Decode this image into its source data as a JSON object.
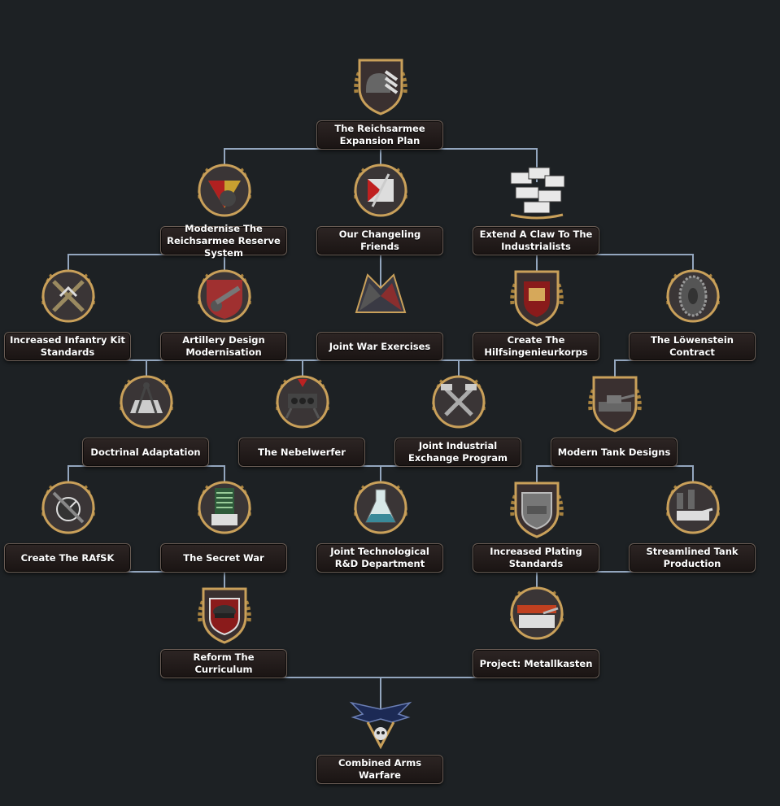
{
  "colors": {
    "background": "#1d2124",
    "connector": "#93a6be",
    "gold": "#c9a05a",
    "plate": "#241b1a"
  },
  "focuses": [
    {
      "id": "reichsarmee_expansion",
      "label": "The Reichsarmee Expansion Plan",
      "icon": "helmet-chevrons-icon"
    },
    {
      "id": "modernise_reserve",
      "label": "Modernise The Reichsarmee Reserve System",
      "icon": "griffin-soldier-icon"
    },
    {
      "id": "changeling_friends",
      "label": "Our Changeling Friends",
      "icon": "changeling-flag-icon"
    },
    {
      "id": "claw_industrialists",
      "label": "Extend A Claw To The Industrialists",
      "icon": "money-stacks-icon"
    },
    {
      "id": "infantry_kit",
      "label": "Increased Infantry Kit Standards",
      "icon": "crossed-rifles-icon"
    },
    {
      "id": "artillery_design",
      "label": "Artillery Design Modernisation",
      "icon": "artillery-icon"
    },
    {
      "id": "joint_war_exercises",
      "label": "Joint War Exercises",
      "icon": "pony-griffin-icon"
    },
    {
      "id": "hilfsingenieurkorps",
      "label": "Create The Hilfsingenieurkorps",
      "icon": "engineer-shield-icon"
    },
    {
      "id": "lowenstein_contract",
      "label": "The Löwenstein Contract",
      "icon": "tire-icon"
    },
    {
      "id": "doctrinal_adaptation",
      "label": "Doctrinal Adaptation",
      "icon": "compass-map-icon"
    },
    {
      "id": "nebelwerfer",
      "label": "The Nebelwerfer",
      "icon": "rocket-launcher-icon"
    },
    {
      "id": "industrial_exchange",
      "label": "Joint Industrial Exchange Program",
      "icon": "crossed-hammers-icon"
    },
    {
      "id": "modern_tank_designs",
      "label": "Modern Tank Designs",
      "icon": "tank-shield-icon"
    },
    {
      "id": "rafsk",
      "label": "Create The RAfSK",
      "icon": "radar-icon"
    },
    {
      "id": "secret_war",
      "label": "The Secret War",
      "icon": "cipher-machine-icon"
    },
    {
      "id": "joint_rnd",
      "label": "Joint Technological R&D Department",
      "icon": "flask-icon"
    },
    {
      "id": "plating_standards",
      "label": "Increased Plating Standards",
      "icon": "armor-plate-icon"
    },
    {
      "id": "streamlined_tank",
      "label": "Streamlined Tank Production",
      "icon": "factory-tank-icon"
    },
    {
      "id": "reform_curriculum",
      "label": "Reform The Curriculum",
      "icon": "officer-cap-icon"
    },
    {
      "id": "metallkasten",
      "label": "Project: Metallkasten",
      "icon": "heavy-tank-icon"
    },
    {
      "id": "combined_arms",
      "label": "Combined Arms Warfare",
      "icon": "eagle-skull-icon"
    }
  ],
  "prerequisites": [
    [
      "reichsarmee_expansion",
      "modernise_reserve"
    ],
    [
      "reichsarmee_expansion",
      "changeling_friends"
    ],
    [
      "reichsarmee_expansion",
      "claw_industrialists"
    ],
    [
      "modernise_reserve",
      "infantry_kit"
    ],
    [
      "modernise_reserve",
      "artillery_design"
    ],
    [
      "changeling_friends",
      "joint_war_exercises"
    ],
    [
      "claw_industrialists",
      "hilfsingenieurkorps"
    ],
    [
      "claw_industrialists",
      "lowenstein_contract"
    ],
    [
      "infantry_kit",
      "doctrinal_adaptation"
    ],
    [
      "artillery_design",
      "nebelwerfer"
    ],
    [
      "joint_war_exercises",
      "doctrinal_adaptation"
    ],
    [
      "joint_war_exercises",
      "industrial_exchange"
    ],
    [
      "hilfsingenieurkorps",
      "industrial_exchange"
    ],
    [
      "lowenstein_contract",
      "modern_tank_designs"
    ],
    [
      "doctrinal_adaptation",
      "rafsk"
    ],
    [
      "doctrinal_adaptation",
      "secret_war"
    ],
    [
      "nebelwerfer",
      "joint_rnd"
    ],
    [
      "industrial_exchange",
      "joint_rnd"
    ],
    [
      "modern_tank_designs",
      "plating_standards"
    ],
    [
      "modern_tank_designs",
      "streamlined_tank"
    ],
    [
      "rafsk",
      "reform_curriculum"
    ],
    [
      "secret_war",
      "reform_curriculum"
    ],
    [
      "plating_standards",
      "metallkasten"
    ],
    [
      "streamlined_tank",
      "metallkasten"
    ],
    [
      "reform_curriculum",
      "combined_arms"
    ],
    [
      "metallkasten",
      "combined_arms"
    ]
  ]
}
